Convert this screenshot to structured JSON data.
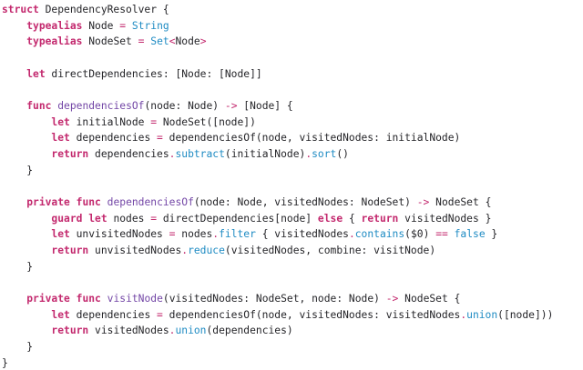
{
  "palette": {
    "plain": "#242428",
    "keyword": "#c3296e",
    "operator": "#c3296e",
    "library": "#1e8bc3",
    "function": "#7346a6",
    "bg": "#ffffff"
  },
  "code": {
    "language_hint": "swift-source-listing",
    "lines": [
      [
        {
          "c": "k",
          "t": "struct"
        },
        {
          "c": "p",
          "t": " DependencyResolver {"
        }
      ],
      [
        {
          "c": "p",
          "t": "    "
        },
        {
          "c": "k",
          "t": "typealias"
        },
        {
          "c": "p",
          "t": " Node "
        },
        {
          "c": "o",
          "t": "="
        },
        {
          "c": "p",
          "t": " "
        },
        {
          "c": "t",
          "t": "String"
        }
      ],
      [
        {
          "c": "p",
          "t": "    "
        },
        {
          "c": "k",
          "t": "typealias"
        },
        {
          "c": "p",
          "t": " NodeSet "
        },
        {
          "c": "o",
          "t": "="
        },
        {
          "c": "p",
          "t": " "
        },
        {
          "c": "t",
          "t": "Set"
        },
        {
          "c": "o",
          "t": "<"
        },
        {
          "c": "p",
          "t": "Node"
        },
        {
          "c": "o",
          "t": ">"
        }
      ],
      [],
      [
        {
          "c": "p",
          "t": "    "
        },
        {
          "c": "k",
          "t": "let"
        },
        {
          "c": "p",
          "t": " directDependencies: [Node: [Node]]"
        }
      ],
      [],
      [
        {
          "c": "p",
          "t": "    "
        },
        {
          "c": "k",
          "t": "func"
        },
        {
          "c": "p",
          "t": " "
        },
        {
          "c": "f",
          "t": "dependenciesOf"
        },
        {
          "c": "p",
          "t": "(node: Node) "
        },
        {
          "c": "o",
          "t": "->"
        },
        {
          "c": "p",
          "t": " [Node] {"
        }
      ],
      [
        {
          "c": "p",
          "t": "        "
        },
        {
          "c": "k",
          "t": "let"
        },
        {
          "c": "p",
          "t": " initialNode "
        },
        {
          "c": "o",
          "t": "="
        },
        {
          "c": "p",
          "t": " NodeSet([node])"
        }
      ],
      [
        {
          "c": "p",
          "t": "        "
        },
        {
          "c": "k",
          "t": "let"
        },
        {
          "c": "p",
          "t": " dependencies "
        },
        {
          "c": "o",
          "t": "="
        },
        {
          "c": "p",
          "t": " dependenciesOf(node, visitedNodes: initialNode)"
        }
      ],
      [
        {
          "c": "p",
          "t": "        "
        },
        {
          "c": "k",
          "t": "return"
        },
        {
          "c": "p",
          "t": " dependencies"
        },
        {
          "c": "o",
          "t": "."
        },
        {
          "c": "t",
          "t": "subtract"
        },
        {
          "c": "p",
          "t": "(initialNode)"
        },
        {
          "c": "o",
          "t": "."
        },
        {
          "c": "t",
          "t": "sort"
        },
        {
          "c": "p",
          "t": "()"
        }
      ],
      [
        {
          "c": "p",
          "t": "    }"
        }
      ],
      [],
      [
        {
          "c": "p",
          "t": "    "
        },
        {
          "c": "k",
          "t": "private"
        },
        {
          "c": "p",
          "t": " "
        },
        {
          "c": "k",
          "t": "func"
        },
        {
          "c": "p",
          "t": " "
        },
        {
          "c": "f",
          "t": "dependenciesOf"
        },
        {
          "c": "p",
          "t": "(node: Node, visitedNodes: NodeSet) "
        },
        {
          "c": "o",
          "t": "->"
        },
        {
          "c": "p",
          "t": " NodeSet {"
        }
      ],
      [
        {
          "c": "p",
          "t": "        "
        },
        {
          "c": "k",
          "t": "guard"
        },
        {
          "c": "p",
          "t": " "
        },
        {
          "c": "k",
          "t": "let"
        },
        {
          "c": "p",
          "t": " nodes "
        },
        {
          "c": "o",
          "t": "="
        },
        {
          "c": "p",
          "t": " directDependencies[node] "
        },
        {
          "c": "k",
          "t": "else"
        },
        {
          "c": "p",
          "t": " { "
        },
        {
          "c": "k",
          "t": "return"
        },
        {
          "c": "p",
          "t": " visitedNodes }"
        }
      ],
      [
        {
          "c": "p",
          "t": "        "
        },
        {
          "c": "k",
          "t": "let"
        },
        {
          "c": "p",
          "t": " unvisitedNodes "
        },
        {
          "c": "o",
          "t": "="
        },
        {
          "c": "p",
          "t": " nodes"
        },
        {
          "c": "o",
          "t": "."
        },
        {
          "c": "t",
          "t": "filter"
        },
        {
          "c": "p",
          "t": " { visitedNodes"
        },
        {
          "c": "o",
          "t": "."
        },
        {
          "c": "t",
          "t": "contains"
        },
        {
          "c": "p",
          "t": "($0) "
        },
        {
          "c": "o",
          "t": "=="
        },
        {
          "c": "p",
          "t": " "
        },
        {
          "c": "t",
          "t": "false"
        },
        {
          "c": "p",
          "t": " }"
        }
      ],
      [
        {
          "c": "p",
          "t": "        "
        },
        {
          "c": "k",
          "t": "return"
        },
        {
          "c": "p",
          "t": " unvisitedNodes"
        },
        {
          "c": "o",
          "t": "."
        },
        {
          "c": "t",
          "t": "reduce"
        },
        {
          "c": "p",
          "t": "(visitedNodes, combine: visitNode)"
        }
      ],
      [
        {
          "c": "p",
          "t": "    }"
        }
      ],
      [],
      [
        {
          "c": "p",
          "t": "    "
        },
        {
          "c": "k",
          "t": "private"
        },
        {
          "c": "p",
          "t": " "
        },
        {
          "c": "k",
          "t": "func"
        },
        {
          "c": "p",
          "t": " "
        },
        {
          "c": "f",
          "t": "visitNode"
        },
        {
          "c": "p",
          "t": "(visitedNodes: NodeSet, node: Node) "
        },
        {
          "c": "o",
          "t": "->"
        },
        {
          "c": "p",
          "t": " NodeSet {"
        }
      ],
      [
        {
          "c": "p",
          "t": "        "
        },
        {
          "c": "k",
          "t": "let"
        },
        {
          "c": "p",
          "t": " dependencies "
        },
        {
          "c": "o",
          "t": "="
        },
        {
          "c": "p",
          "t": " dependenciesOf(node, visitedNodes: visitedNodes"
        },
        {
          "c": "o",
          "t": "."
        },
        {
          "c": "t",
          "t": "union"
        },
        {
          "c": "p",
          "t": "([node]))"
        }
      ],
      [
        {
          "c": "p",
          "t": "        "
        },
        {
          "c": "k",
          "t": "return"
        },
        {
          "c": "p",
          "t": " visitedNodes"
        },
        {
          "c": "o",
          "t": "."
        },
        {
          "c": "t",
          "t": "union"
        },
        {
          "c": "p",
          "t": "(dependencies)"
        }
      ],
      [
        {
          "c": "p",
          "t": "    }"
        }
      ],
      [
        {
          "c": "p",
          "t": "}"
        }
      ]
    ]
  }
}
